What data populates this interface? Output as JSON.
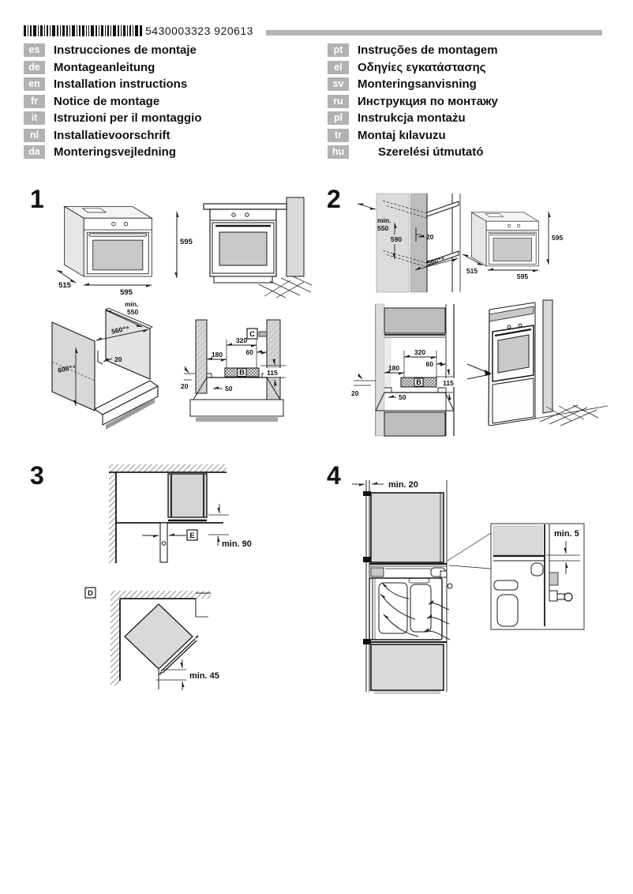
{
  "header": {
    "barcode_number": "5430003323 920613",
    "languages_left": [
      {
        "code": "es",
        "label": "Instrucciones de montaje"
      },
      {
        "code": "de",
        "label": "Montageanleitung"
      },
      {
        "code": "en",
        "label": "Installation instructions"
      },
      {
        "code": "fr",
        "label": "Notice de montage"
      },
      {
        "code": "it",
        "label": "Istruzioni per il montaggio"
      },
      {
        "code": "nl",
        "label": "Installatievoorschrift"
      },
      {
        "code": "da",
        "label": "Monteringsvejledning"
      }
    ],
    "languages_right": [
      {
        "code": "pt",
        "label": "Instruções de montagem"
      },
      {
        "code": "el",
        "label": "Οδηγίες εγκατάστασης"
      },
      {
        "code": "sv",
        "label": "Monteringsanvisning"
      },
      {
        "code": "ru",
        "label": "Инструкция по монтажу"
      },
      {
        "code": "pl",
        "label": "Instrukcja montażu"
      },
      {
        "code": "tr",
        "label": "Montaj kılavuzu"
      },
      {
        "code": "hu",
        "label": "Szerelési útmutató"
      }
    ]
  },
  "sections": {
    "s1": {
      "number": "1",
      "iso_oven": {
        "depth": "515",
        "width": "595",
        "height": "595"
      },
      "cabinet": {
        "min_label": "min.",
        "min_depth": "550",
        "niche_width": "560⁺⁸",
        "niche_height": "600⁺⁴",
        "rear_gap": "20"
      },
      "base": {
        "label_c": "C",
        "cutout_width": "320",
        "cutout_right": "60",
        "side_clearance": "180",
        "label_b": "B",
        "plinth_height": "115",
        "front_clearance": "50",
        "bottom_gap": "20"
      }
    },
    "s2": {
      "number": "2",
      "column": {
        "min_label": "min.",
        "min_depth": "550",
        "niche_height": "590",
        "rear_gap": "20",
        "niche_width": "560⁺⁸"
      },
      "iso_oven": {
        "depth": "515",
        "width": "595",
        "height": "595"
      },
      "niche": {
        "cutout_width": "320",
        "cutout_right": "60",
        "side_clearance": "180",
        "label_b": "B",
        "plinth_height": "115",
        "front_clearance": "50",
        "bottom_gap": "20"
      }
    },
    "s3": {
      "number": "3",
      "corner_top": {
        "label_e": "E",
        "min_edge": "min. 90"
      },
      "corner_diag": {
        "label_d": "D",
        "min_corner": "min. 45"
      }
    },
    "s4": {
      "number": "4",
      "front_gap": "min. 20",
      "top_gap": "min. 5"
    }
  }
}
